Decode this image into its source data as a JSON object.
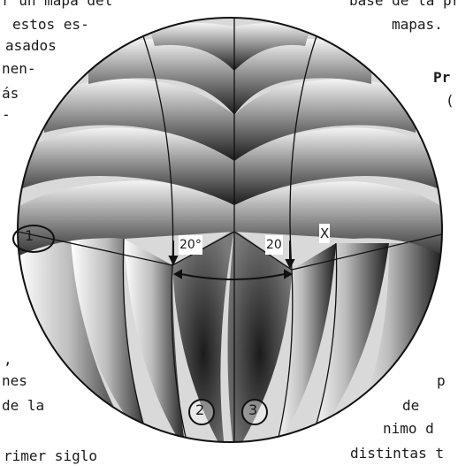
{
  "left_column": [
    {
      "text": "r un mapa del"
    },
    {
      "text": "estos es-"
    },
    {
      "text": "asados"
    },
    {
      "text": "nen-"
    },
    {
      "text": "ás"
    },
    {
      "text": "-"
    },
    {
      "text": ","
    },
    {
      "text": "nes"
    },
    {
      "text": "de la"
    },
    {
      "text": "rimer siglo"
    }
  ],
  "right_column": [
    {
      "text": "base de la pr"
    },
    {
      "text": "mapas."
    },
    {
      "text": "Pr"
    },
    {
      "text": "("
    },
    {
      "text": "p"
    },
    {
      "text": "de"
    },
    {
      "text": "nimo d"
    },
    {
      "text": "distintas t"
    }
  ],
  "figure": {
    "circled_labels": [
      "1",
      "2",
      "3"
    ],
    "point_label": "X",
    "angle_left": "20°",
    "angle_right": "20"
  },
  "colors": {
    "ink": "#1a1a1a",
    "paper": "#ffffff",
    "shade": "#2b2b2b"
  }
}
